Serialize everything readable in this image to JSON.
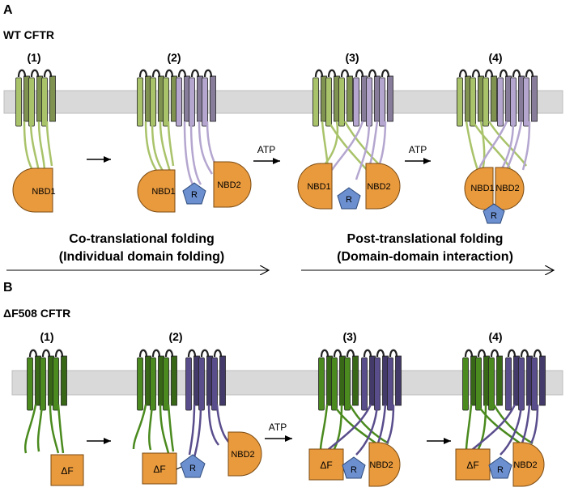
{
  "panelA": {
    "letter": "A",
    "title": "WT CFTR",
    "steps": [
      "(1)",
      "(2)",
      "(3)",
      "(4)"
    ],
    "atp1": "ATP",
    "atp2": "ATP",
    "nbd1": "NBD1",
    "nbd2": "NBD2",
    "r": "R",
    "phase1_line1": "Co-translational folding",
    "phase1_line2": "(Individual domain folding)",
    "phase2_line1": "Post-translational folding",
    "phase2_line2": "(Domain-domain interaction)"
  },
  "panelB": {
    "letter": "B",
    "title": "ΔF508 CFTR",
    "steps": [
      "(1)",
      "(2)",
      "(3)",
      "(4)"
    ],
    "atp": "ATP",
    "df": "ΔF",
    "nbd2": "NBD2",
    "r": "R"
  },
  "colors": {
    "tmd1_light": "#a9c36a",
    "tmd2_light": "#b4a6cf",
    "tmd1_dark": "#4a8a1e",
    "tmd2_dark": "#5a4d8c",
    "nbd": "#e99a3d",
    "r": "#6c8fcf",
    "membrane": "#d9d9d9"
  }
}
